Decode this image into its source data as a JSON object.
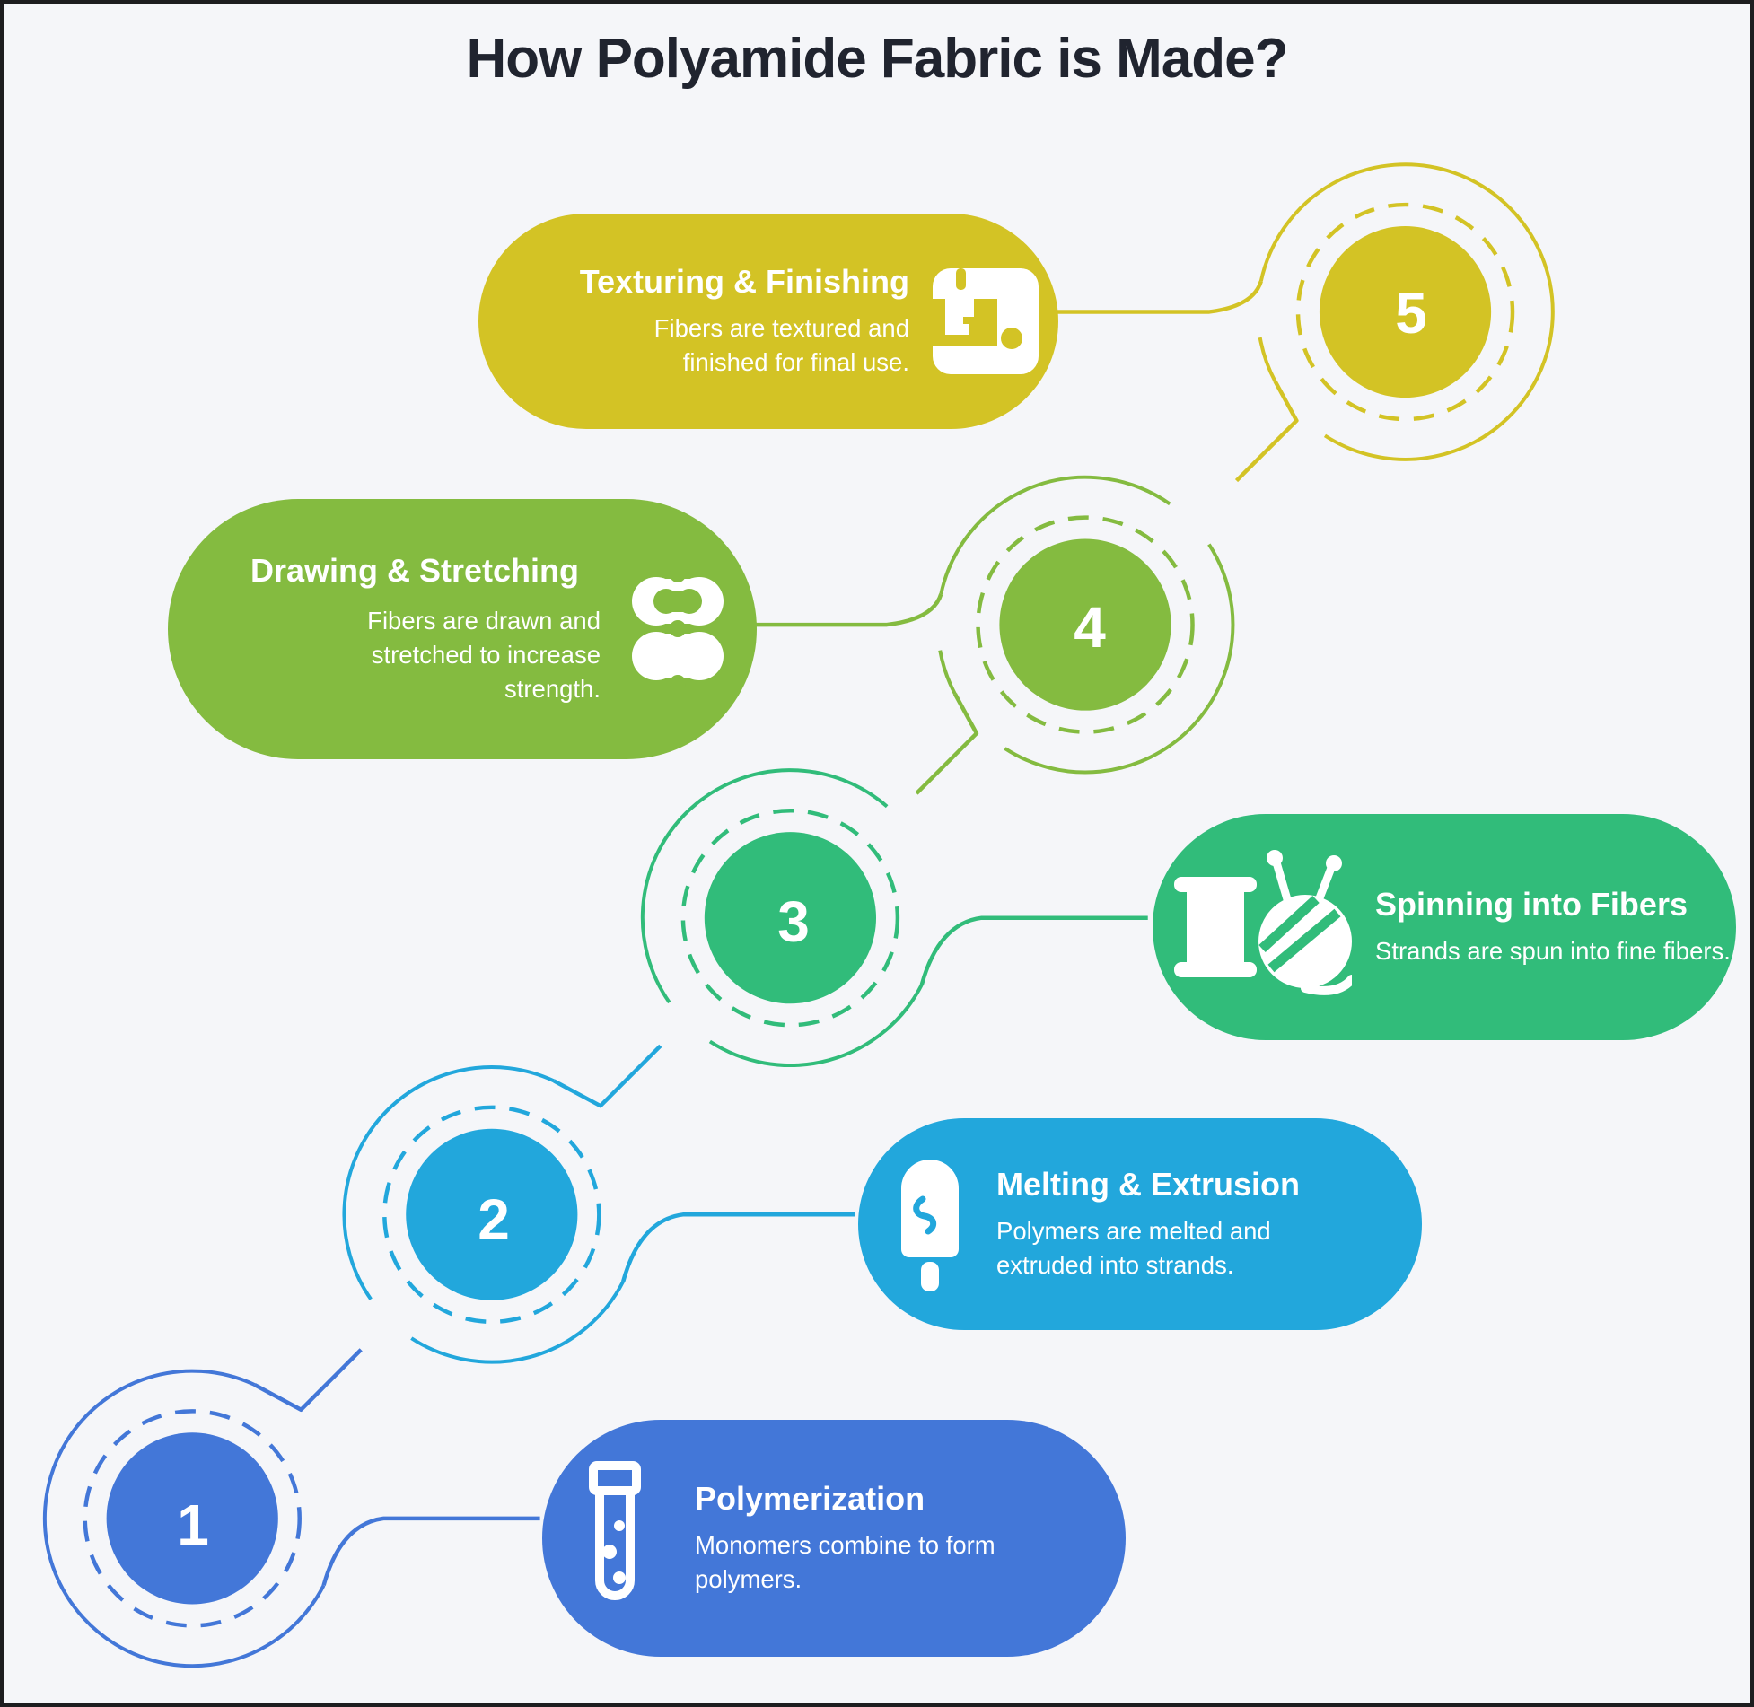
{
  "title": "How Polyamide Fabric is Made?",
  "steps": [
    {
      "number": "1",
      "title": "Polymerization",
      "description": "Monomers combine to form polymers.",
      "color": "#4377d8",
      "icon": "test-tube-icon"
    },
    {
      "number": "2",
      "title": "Melting & Extrusion",
      "description": "Polymers are melted and extruded into strands.",
      "color": "#22a7dc",
      "icon": "melting-popsicle-icon"
    },
    {
      "number": "3",
      "title": "Spinning into Fibers",
      "description": "Strands are spun into fine fibers.",
      "color": "#31bc7a",
      "icon": "yarn-spool-icon"
    },
    {
      "number": "4",
      "title": "Drawing & Stretching",
      "description": "Fibers are drawn and stretched to increase strength.",
      "color": "#84bb40",
      "icon": "stretch-icon"
    },
    {
      "number": "5",
      "title": "Texturing & Finishing",
      "description": "Fibers are textured and finished for final use.",
      "color": "#d3c325",
      "icon": "sewing-machine-icon"
    }
  ],
  "colors": {
    "background": "#f5f6f9",
    "frame_border": "#1d1d1f",
    "title_text": "#20242f",
    "card_text": "#ffffff"
  }
}
